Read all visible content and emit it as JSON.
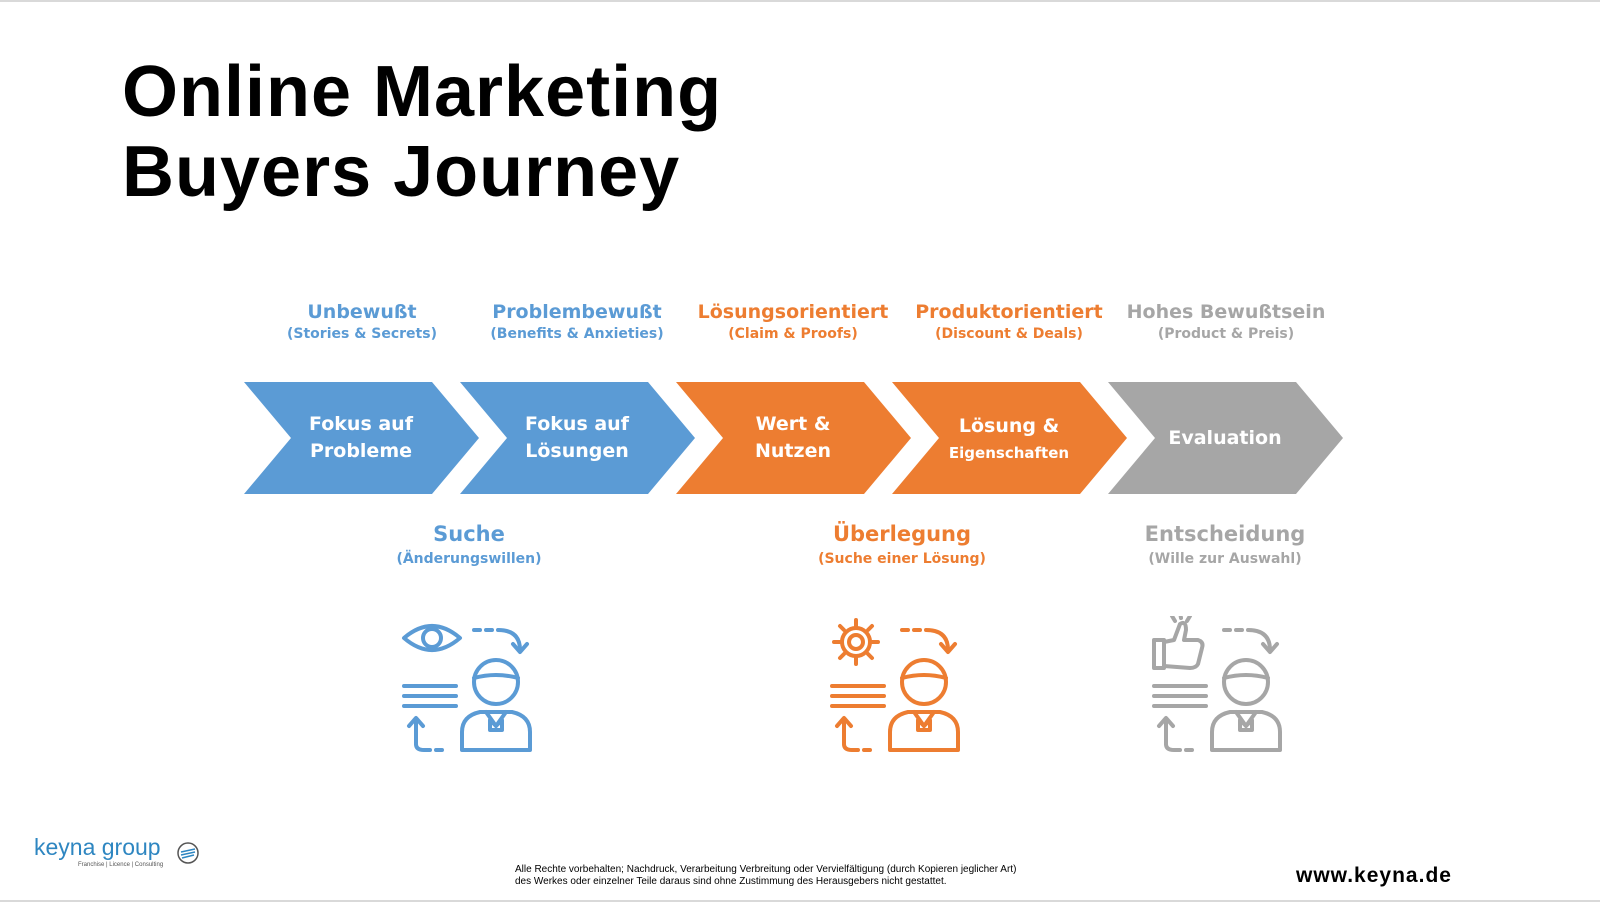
{
  "title": {
    "line1": "Online Marketing",
    "line2": "Buyers Journey"
  },
  "stages": [
    {
      "heading": "Unbewußt",
      "sub": "(Stories & Secrets)",
      "chevron_line1": "Fokus auf",
      "chevron_line2": "Probleme",
      "color": "#5b9bd5"
    },
    {
      "heading": "Problembewußt",
      "sub": "(Benefits & Anxieties)",
      "chevron_line1": "Fokus auf",
      "chevron_line2": "Lösungen",
      "color": "#5b9bd5"
    },
    {
      "heading": "Lösungsorientiert",
      "sub": "(Claim & Proofs)",
      "chevron_line1": "Wert &",
      "chevron_line2": "Nutzen",
      "color": "#ed7d31"
    },
    {
      "heading": "Produktorientiert",
      "sub": "(Discount & Deals)",
      "chevron_line1": "Lösung &",
      "chevron_line2": "Eigenschaften",
      "color": "#ed7d31"
    },
    {
      "heading": "Hohes Bewußtsein",
      "sub": "(Product & Preis)",
      "chevron_line1": "Evaluation",
      "chevron_line2": "",
      "color": "#a6a6a6"
    }
  ],
  "phases": [
    {
      "heading": "Suche",
      "sub": "(Änderungswillen)",
      "icon": "eye-person-icon",
      "color": "#5b9bd5"
    },
    {
      "heading": "Überlegung",
      "sub": "(Suche einer Lösung)",
      "icon": "gear-person-icon",
      "color": "#ed7d31"
    },
    {
      "heading": "Entscheidung",
      "sub": "(Wille zur Auswahl)",
      "icon": "thumbs-up-person-icon",
      "color": "#a6a6a6"
    }
  ],
  "footer": {
    "logo_name": "keyna group",
    "logo_tagline": "Franchise | Licence | Consulting",
    "rights_line1": "Alle Rechte vorbehalten; Nachdruck, Verarbeitung Verbreitung oder Vervielfältigung (durch Kopieren jeglicher Art)",
    "rights_line2": "des Werkes oder einzelner Teile daraus sind ohne Zustimmung des Herausgebers nicht gestattet.",
    "url": "www.keyna.de"
  }
}
